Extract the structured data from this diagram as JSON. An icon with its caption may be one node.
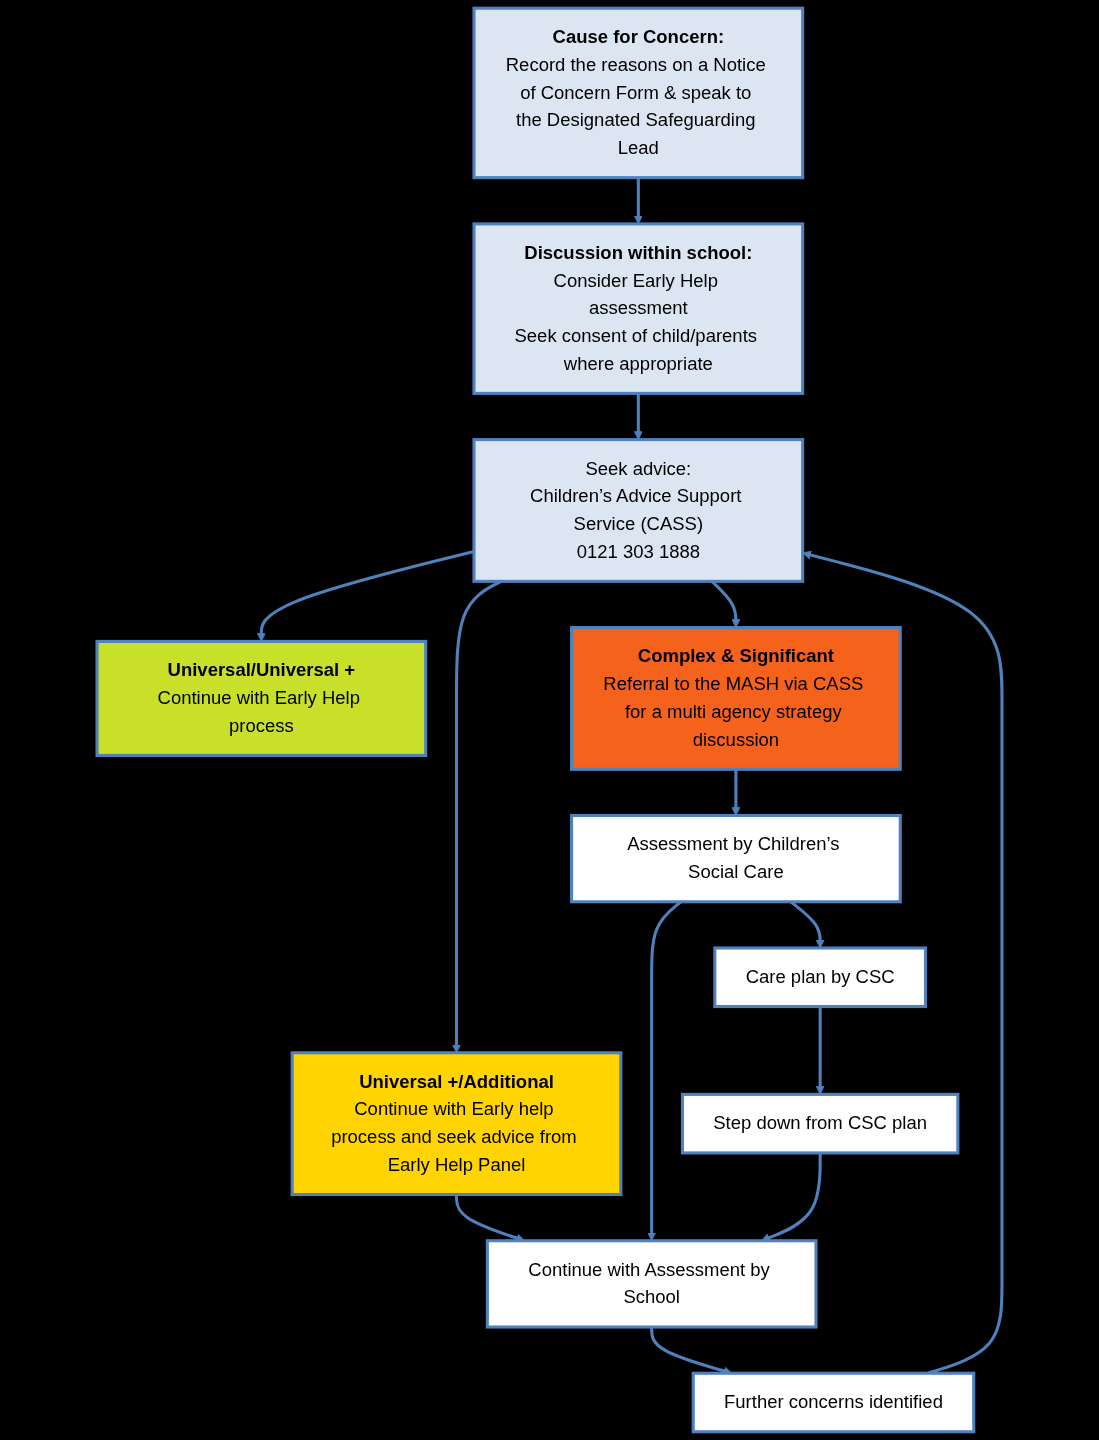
{
  "diagram": {
    "nodes": [
      {
        "text": [
          "Cause for Concern:",
          "Record the reasons on a Notice of Concern Form & speak to the Designated Safeguarding Lead"
        ]
      },
      {
        "text": [
          "Discussion within school:",
          "Consider Early Help assessment",
          "Seek consent of child/parents where appropriate"
        ]
      },
      {
        "text": [
          "Seek advice:",
          "Children’s Advice Support Service (CASS)",
          "0121 303 1888"
        ]
      },
      {
        "text": [
          "Universal/Universal +",
          "Continue with Early Help process"
        ]
      },
      {
        "text": [
          "Universal +/Additional",
          "Continue with Early help process and seek advice from Early Help Panel"
        ]
      },
      {
        "text": [
          "Complex & Significant",
          "Referral to the MASH via CASS for a multi agency strategy discussion"
        ]
      },
      {
        "text": [
          "Continue with Assessment by School"
        ]
      },
      {
        "text": [
          "Assessment by Children’s Social Care"
        ]
      },
      {
        "text": [
          "Further concerns identified"
        ]
      },
      {
        "text": [
          "Step down from CSC plan"
        ]
      },
      {
        "text": [
          "Care plan by CSC"
        ]
      }
    ],
    "edges": [
      {
        "from": 0,
        "to": 1,
        "arrow": "to"
      },
      {
        "from": 1,
        "to": 2,
        "arrow": "to"
      },
      {
        "from": 2,
        "to": 3,
        "arrow": "to"
      },
      {
        "from": 2,
        "to": 4,
        "arrow": "to"
      },
      {
        "from": 2,
        "to": 5,
        "arrow": "to"
      },
      {
        "from": 4,
        "to": 6,
        "arrow": "to"
      },
      {
        "from": 5,
        "to": 7,
        "arrow": "to"
      },
      {
        "from": 7,
        "to": 6,
        "arrow": "to"
      },
      {
        "from": 6,
        "to": 8,
        "arrow": "to"
      },
      {
        "from": 8,
        "to": 2,
        "arrow": "to"
      },
      {
        "from": 7,
        "to": 10,
        "arrow": "to"
      },
      {
        "from": 10,
        "to": 9,
        "arrow": "to"
      },
      {
        "from": 9,
        "to": 6,
        "arrow": "to"
      }
    ]
  }
}
